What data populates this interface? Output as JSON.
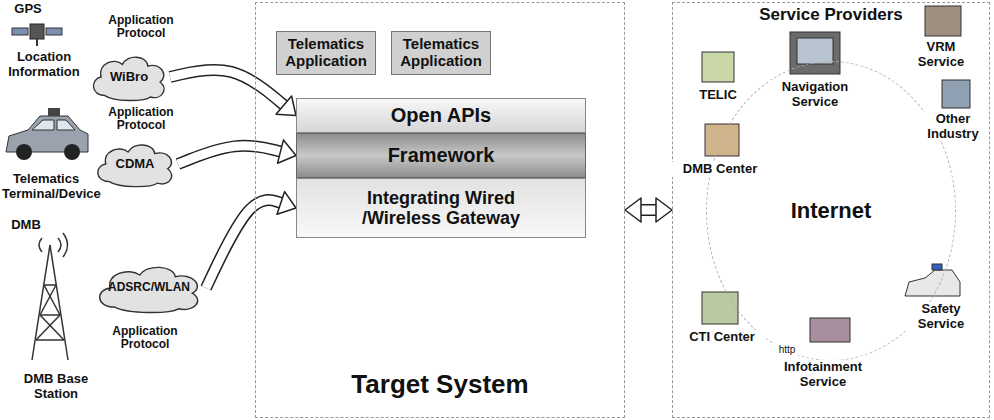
{
  "diagram": {
    "nodes": [
      {
        "text": [
          "WiBro"
        ]
      },
      {
        "text": [
          "CDMA"
        ]
      },
      {
        "text": [
          "ADSRC/WLAN"
        ]
      },
      {
        "text": [
          "Target System"
        ]
      },
      {
        "text": [
          "Telematics Application"
        ],
        "in": 3
      },
      {
        "text": [
          "Telematics Application"
        ],
        "in": 3
      },
      {
        "text": [
          "Open APIs"
        ],
        "in": 3
      },
      {
        "text": [
          "Framework"
        ],
        "in": 3
      },
      {
        "text": [
          "Integrating Wired /Wireless Gateway"
        ],
        "in": 3
      },
      {
        "text": [
          "Service Providers"
        ]
      },
      {
        "text": [
          "Internet"
        ],
        "in": 9
      }
    ],
    "edges": [
      {
        "from": 0,
        "to": 6,
        "arrow": "to"
      },
      {
        "from": 1,
        "to": 7,
        "arrow": "to"
      },
      {
        "from": 2,
        "to": 8,
        "arrow": "to"
      },
      {
        "from": 3,
        "to": 9,
        "arrow": "both"
      }
    ],
    "labels": [
      "GPS",
      "Location Information",
      "Application Protocol",
      "Application Protocol",
      "Telematics Terminal/Device",
      "DMB",
      "DMB Base Station",
      "Application Protocol",
      "TELIC",
      "Navigation Service",
      "VRM Service",
      "DMB Center",
      "Other Industry",
      "Safety Service",
      "CTI Center",
      "Infotainment Service",
      "http"
    ]
  }
}
